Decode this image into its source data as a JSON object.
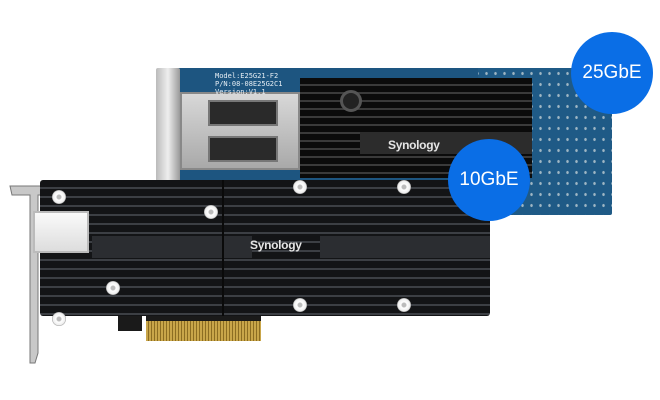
{
  "badges": {
    "top": "25GbE",
    "bottom": "10GbE"
  },
  "cards": {
    "back": {
      "brand": "Synology",
      "label": "Model:E25G21-F2\nP/N:08-08E25G2C1\nVersion:V1.1"
    },
    "front": {
      "brand": "Synology"
    }
  },
  "colors": {
    "badge": "#0a6ee6",
    "pcb": "#1f5a86",
    "heatsink": "#131416"
  }
}
